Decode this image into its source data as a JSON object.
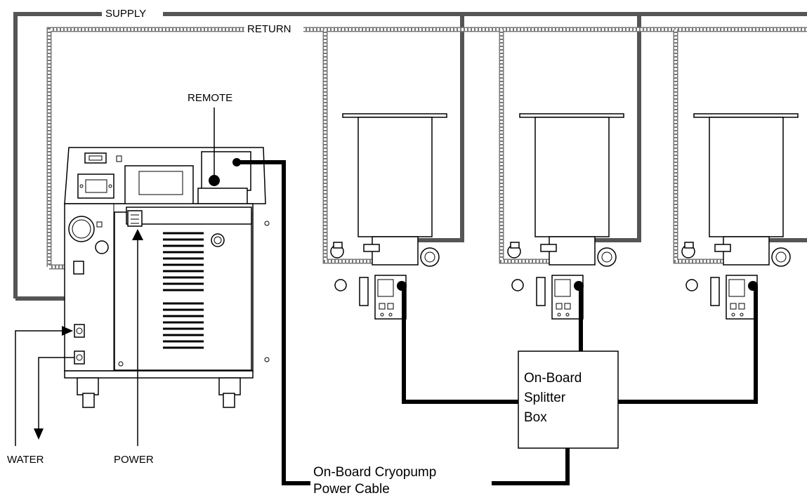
{
  "labels": {
    "supply": "SUPPLY",
    "return": "RETURN",
    "remote": "REMOTE",
    "water": "WATER",
    "power": "POWER",
    "splitter_line1": "On-Board",
    "splitter_line2": "Splitter",
    "splitter_line3": "Box",
    "cable_line1": "On-Board Cryopump",
    "cable_line2": "Power Cable"
  },
  "colors": {
    "supply_line": "#555555",
    "return_line": "#777777",
    "cable": "#000000"
  },
  "cryopumps": [
    {
      "id": "cryopump-1"
    },
    {
      "id": "cryopump-2"
    },
    {
      "id": "cryopump-3"
    }
  ]
}
